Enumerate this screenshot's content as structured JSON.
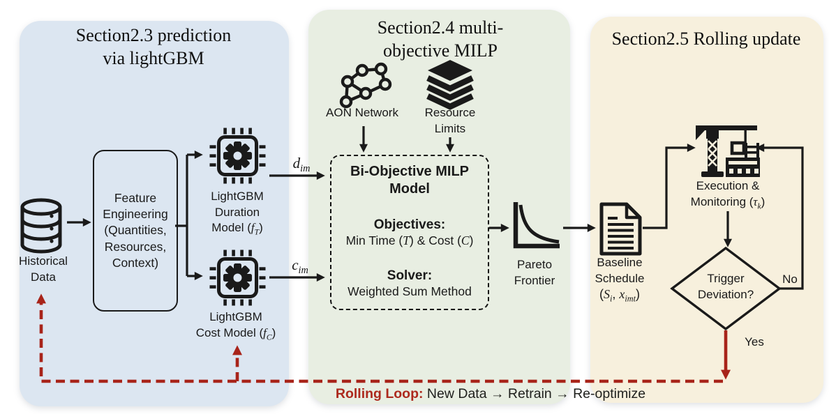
{
  "colors": {
    "ink": "#1a1a1a",
    "panel_prediction": "#dce6f1",
    "panel_milp": "#e8eee2",
    "panel_rolling": "#f7f0dd",
    "loop_red": "#a8241a",
    "loop_text_red": "#ad2a1e"
  },
  "panels": {
    "prediction": {
      "title1": "Section2.3 prediction",
      "title2": "via lightGBM"
    },
    "milp": {
      "title1": "Section2.4 multi-",
      "title2": "objective MILP"
    },
    "rolling": {
      "title": "Section2.5 Rolling update"
    }
  },
  "prediction": {
    "historical1": "Historical",
    "historical2": "Data",
    "feature_lines": [
      "Feature",
      "Engineering",
      "(Quantities,",
      "Resources,",
      "Context)"
    ],
    "duration1": "LightGBM",
    "duration2": "Duration",
    "duration3": [
      {
        "t": "Model ("
      },
      {
        "t": "f",
        "it": 1
      },
      {
        "t": "T",
        "it": 1,
        "sub": 1
      },
      {
        "t": ")"
      }
    ],
    "cost1": "LightGBM",
    "cost2": [
      {
        "t": "Cost Model ("
      },
      {
        "t": "f",
        "it": 1
      },
      {
        "t": "C",
        "it": 1,
        "sub": 1
      },
      {
        "t": ")"
      }
    ],
    "d_im": [
      {
        "t": "d",
        "it": 1
      },
      {
        "t": "im",
        "it": 1,
        "sub": 1
      }
    ],
    "c_im": [
      {
        "t": "c",
        "it": 1
      },
      {
        "t": "im",
        "it": 1,
        "sub": 1
      }
    ]
  },
  "milp": {
    "aon_label": "AON Network",
    "resource1": "Resource",
    "resource2": "Limits",
    "box_title1": "Bi-Objective MILP",
    "box_title2": "Model",
    "objectives_heading": "Objectives:",
    "objectives": [
      {
        "t": "Min Time ("
      },
      {
        "t": "T",
        "it": 1
      },
      {
        "t": ") & Cost ("
      },
      {
        "t": "C",
        "it": 1
      },
      {
        "t": ")"
      }
    ],
    "solver_heading": "Solver:",
    "solver": "Weighted Sum Method",
    "pareto1": "Pareto",
    "pareto2": "Frontier"
  },
  "rolling": {
    "baseline1": "Baseline",
    "baseline2": "Schedule",
    "baseline3": [
      {
        "t": "("
      },
      {
        "t": "S",
        "it": 1
      },
      {
        "t": "i",
        "it": 1,
        "sub": 1
      },
      {
        "t": ", "
      },
      {
        "t": "x",
        "it": 1
      },
      {
        "t": "imt",
        "it": 1,
        "sub": 1
      },
      {
        "t": ")"
      }
    ],
    "execution1": "Execution &",
    "execution2": [
      {
        "t": "Monitoring ("
      },
      {
        "t": "τ",
        "it": 1
      },
      {
        "t": "k",
        "it": 1,
        "sub": 1
      },
      {
        "t": ")"
      }
    ],
    "trigger1": "Trigger",
    "trigger2": "Deviation?",
    "yes": "Yes",
    "no": "No"
  },
  "loop": {
    "label": "Rolling Loop:",
    "text": " New Data → Retrain → Re-optimize"
  },
  "icons": {
    "database": "database-icon",
    "chip_duration": "chip-gear-icon",
    "chip_cost": "chip-gear-icon",
    "aon": "network-graph-icon",
    "resource": "layers-icon",
    "pareto": "pareto-curve-icon",
    "baseline": "document-icon",
    "execution": "construction-crane-icon"
  }
}
